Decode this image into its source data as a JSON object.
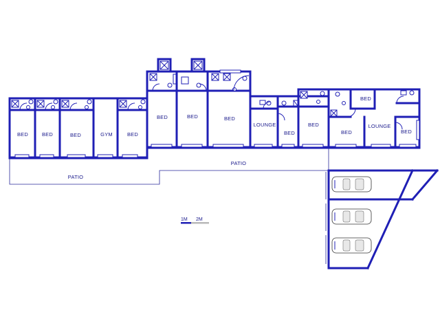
{
  "rooms": [
    {
      "label": "BED"
    },
    {
      "label": "BED"
    },
    {
      "label": "BED"
    },
    {
      "label": "GYM"
    },
    {
      "label": "BED"
    },
    {
      "label": "BED"
    },
    {
      "label": "BED"
    },
    {
      "label": "BED"
    },
    {
      "label": "LOUNGE"
    },
    {
      "label": "BED"
    },
    {
      "label": "BED"
    },
    {
      "label": "BED"
    },
    {
      "label": "BED"
    },
    {
      "label": "LOUNGE"
    },
    {
      "label": "BED"
    }
  ],
  "patios": [
    {
      "label": "PATIO"
    },
    {
      "label": "PATIO"
    }
  ],
  "scale": {
    "first": "1M",
    "second": "2M"
  },
  "parking": {
    "cars": 3
  },
  "colors": {
    "wall": "#1f1fb5",
    "outline": "#2a2a9a",
    "label": "#1a1a8c"
  }
}
